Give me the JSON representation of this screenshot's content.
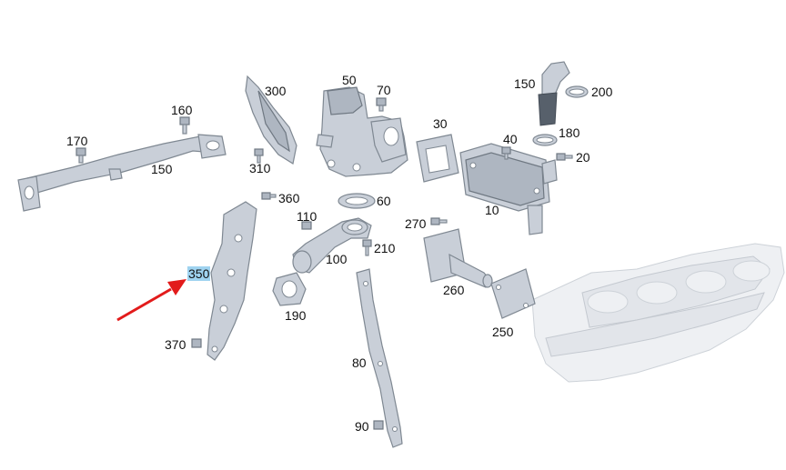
{
  "highlight_color": "#9fd3f0",
  "arrow_color": "#e21b1b",
  "parts": {
    "p10": "10",
    "p20": "20",
    "p30": "30",
    "p40": "40",
    "p50": "50",
    "p60": "60",
    "p70": "70",
    "p80": "80",
    "p90": "90",
    "p100": "100",
    "p110": "110",
    "p150a": "150",
    "p150b": "150",
    "p160": "160",
    "p170": "170",
    "p180": "180",
    "p190": "190",
    "p200": "200",
    "p210": "210",
    "p250": "250",
    "p260": "260",
    "p270": "270",
    "p300": "300",
    "p310": "310",
    "p350": "350",
    "p360": "360",
    "p370": "370"
  },
  "selected_part": "350"
}
